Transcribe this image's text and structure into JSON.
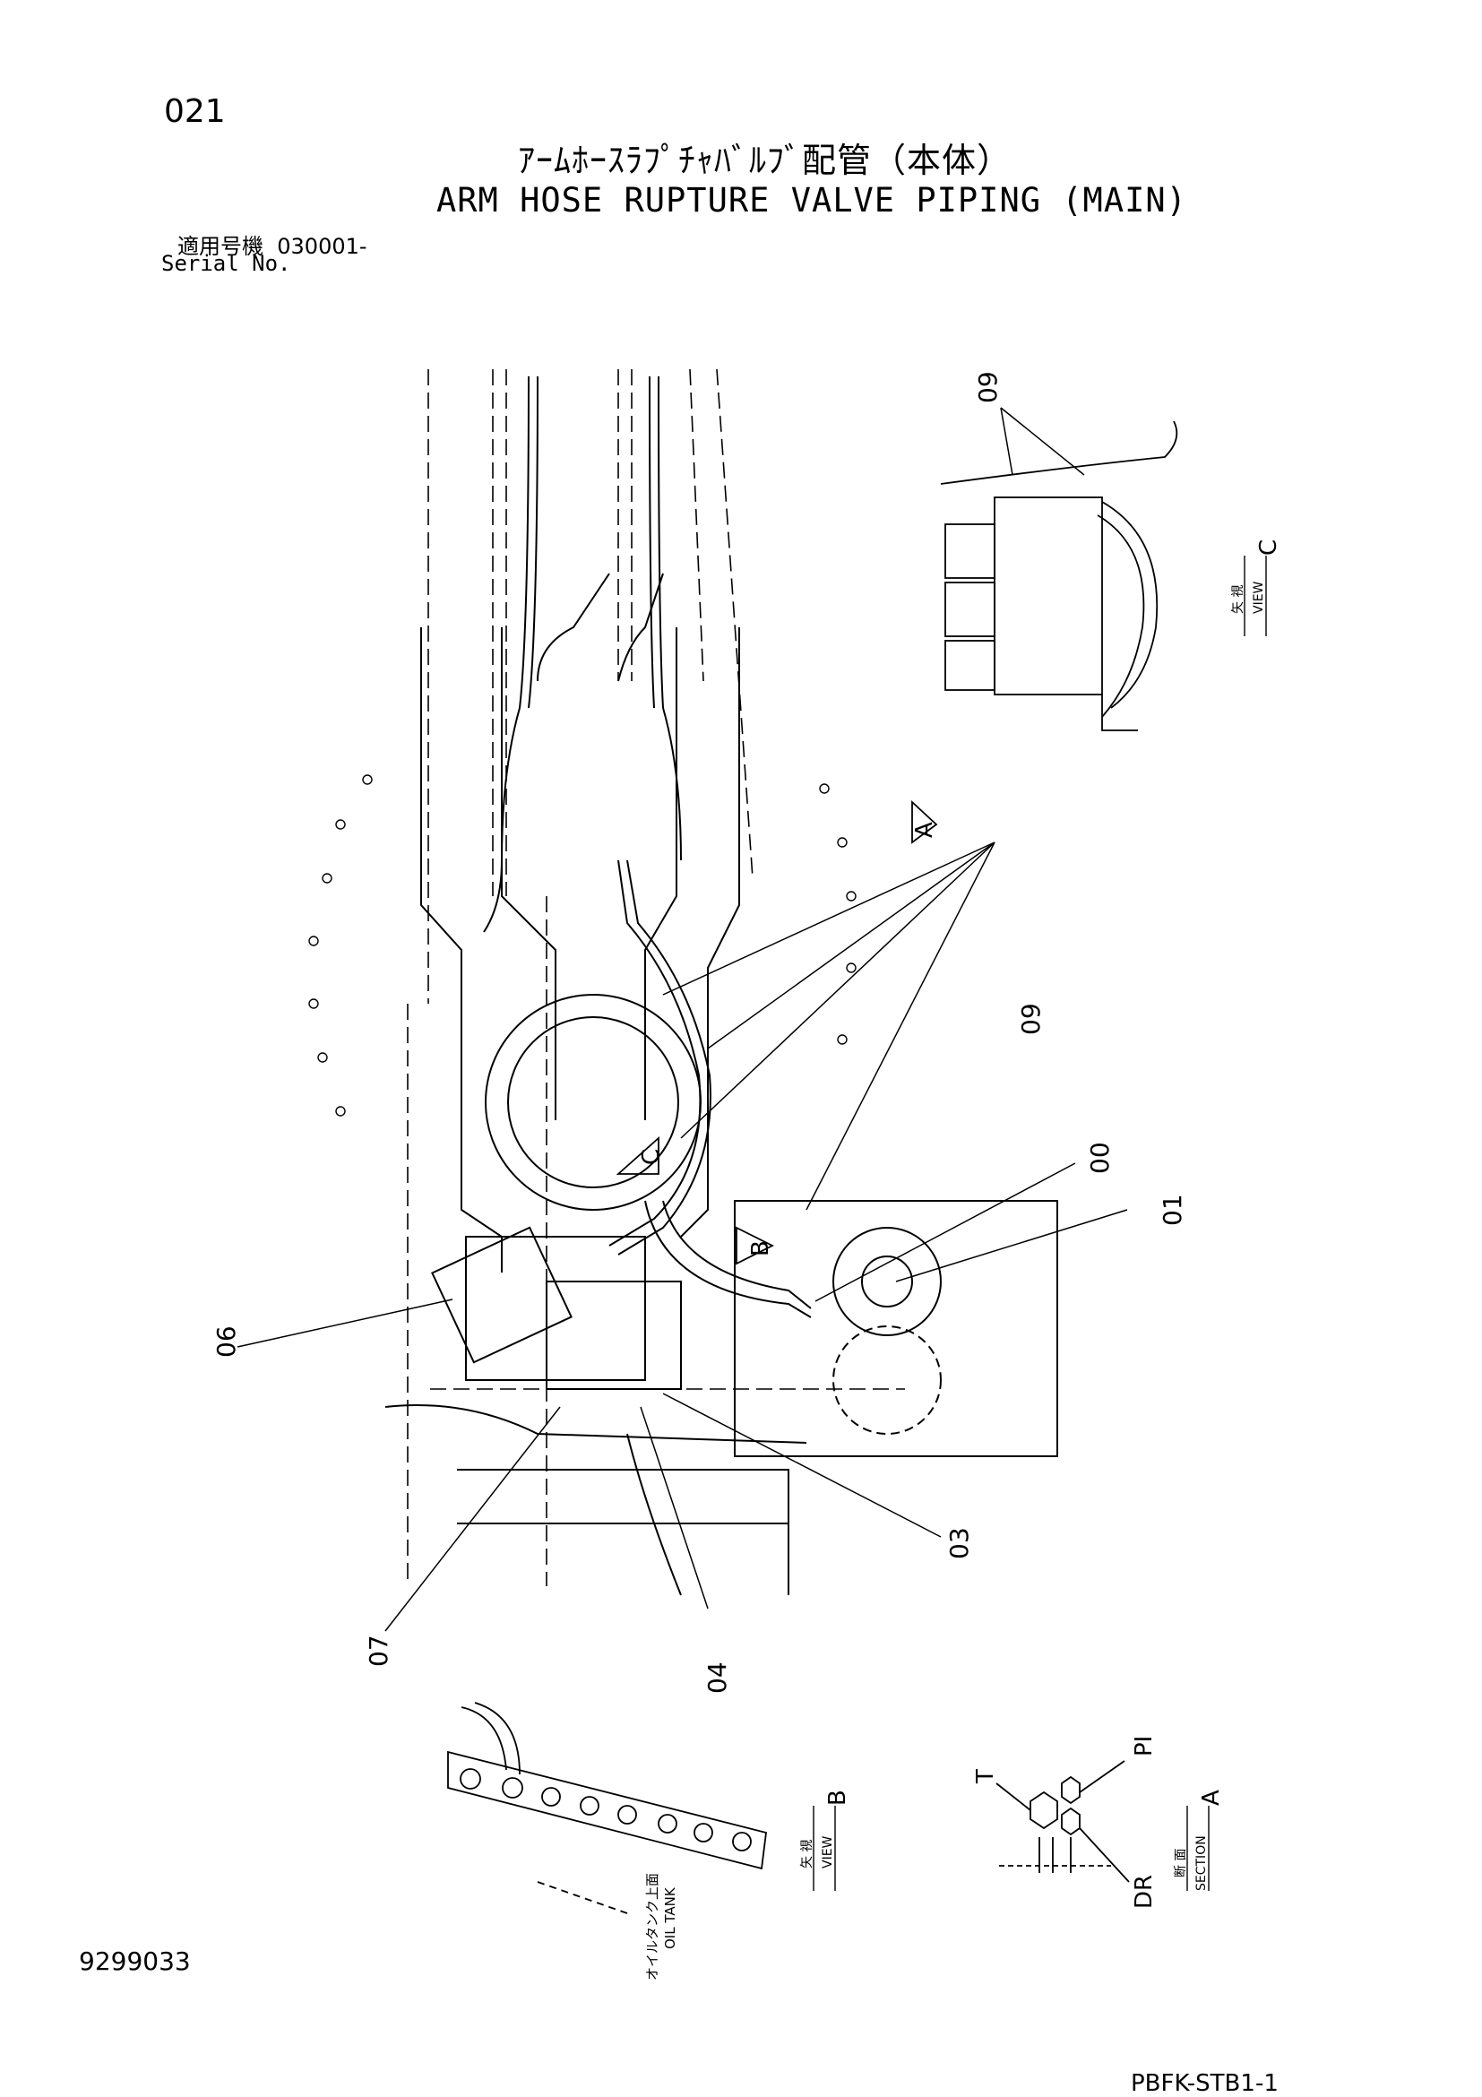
{
  "page_number": "021",
  "title_jp": "ｱｰﾑﾎｰｽﾗﾌﾟﾁｬﾊﾞﾙﾌﾞ配管（本体）",
  "title_en": "ARM HOSE RUPTURE VALVE PIPING (MAIN)",
  "serial": {
    "label_jp": "適用号機",
    "value": "030001-",
    "label_en": "Serial No."
  },
  "document_number": "9299033",
  "drawing_code": "PBFK-STB1-1",
  "callouts": {
    "c00": "00",
    "c01": "01",
    "c03": "03",
    "c04": "04",
    "c06": "06",
    "c07": "07",
    "c09_main": "09",
    "c09_view": "09"
  },
  "view_markers": {
    "a": "A",
    "b": "B",
    "c": "C"
  },
  "views": {
    "view_c": {
      "letter": "C",
      "jp": "矢 視",
      "en": "VIEW"
    },
    "view_b": {
      "letter": "B",
      "jp": "矢 視",
      "en": "VIEW"
    },
    "section_a": {
      "letter": "A",
      "jp": "断 面",
      "en": "SECTION"
    }
  },
  "port_labels": {
    "t": "T",
    "pi": "PI",
    "dr": "DR"
  },
  "oil_tank": {
    "jp": "オイルタンク上面",
    "en": "OIL TANK"
  }
}
